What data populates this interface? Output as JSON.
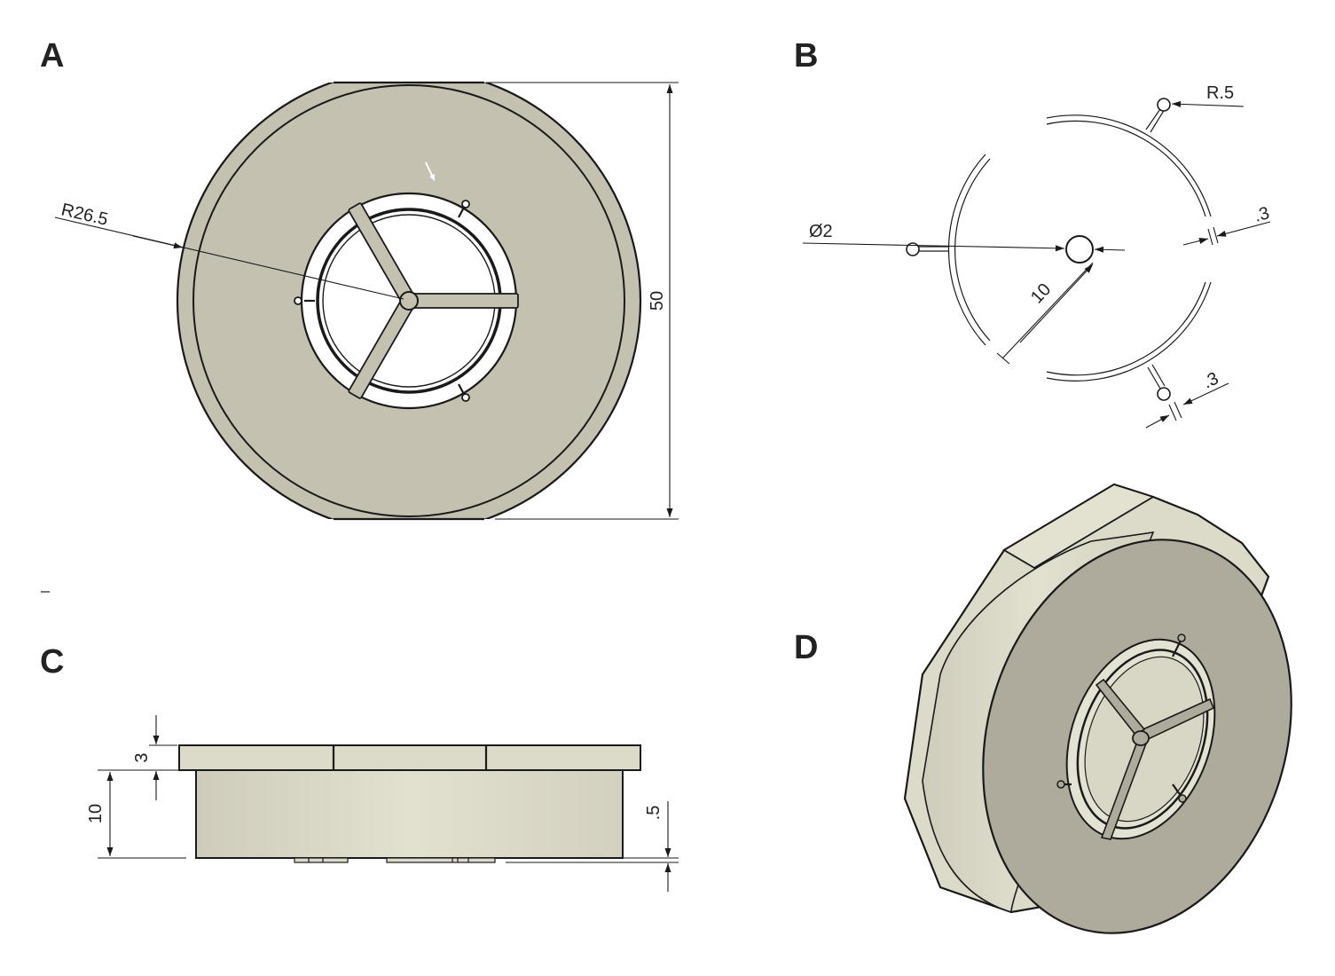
{
  "panels": {
    "a": {
      "label": "A",
      "dims": {
        "radius": "R26.5",
        "height": "50"
      }
    },
    "b": {
      "label": "B",
      "dims": {
        "hole_radius": "R.5",
        "center_diameter": "Ø2",
        "gap_upper": ".3",
        "gap_lower": ".3",
        "inner_radius": "10"
      }
    },
    "c": {
      "label": "C",
      "dims": {
        "flange_thickness": "3",
        "body_height": "10",
        "foot_height": ".5"
      }
    },
    "d": {
      "label": "D"
    }
  },
  "colors": {
    "part_fill": "#c4c1b1",
    "part_side": "#dcdac8",
    "part_dark": "#aeab9c",
    "line": "#1a1a1a",
    "background": "#ffffff"
  }
}
